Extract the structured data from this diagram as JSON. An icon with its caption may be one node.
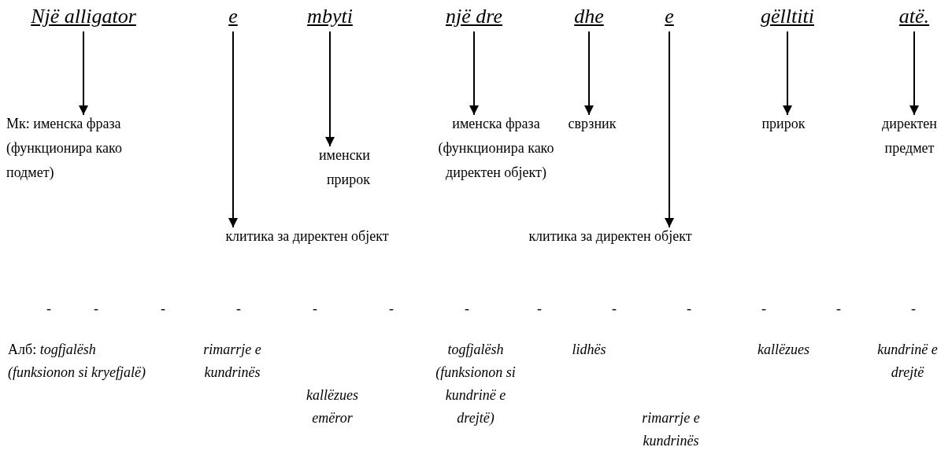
{
  "diagram": {
    "nodes": [
      {
        "text": [
          "Një alligator"
        ]
      },
      {
        "text": [
          "e"
        ]
      },
      {
        "text": [
          "mbyti"
        ]
      },
      {
        "text": [
          "një dre"
        ]
      },
      {
        "text": [
          "dhe"
        ]
      },
      {
        "text": [
          "e"
        ]
      },
      {
        "text": [
          "gëlltiti"
        ]
      },
      {
        "text": [
          "atë."
        ]
      },
      {
        "text": [
          "Мк: именска фраза (функционира како подмет)"
        ]
      },
      {
        "text": [
          "клитика за директен објект"
        ]
      },
      {
        "text": [
          "именски прирок"
        ]
      },
      {
        "text": [
          "именска фраза (функционира како директен објект)"
        ]
      },
      {
        "text": [
          "сврзник"
        ]
      },
      {
        "text": [
          "клитика за директен објект"
        ]
      },
      {
        "text": [
          "прирок"
        ]
      },
      {
        "text": [
          "директен предмет"
        ]
      }
    ],
    "edges": [
      {
        "from": 0,
        "to": 8,
        "arrow": "to"
      },
      {
        "from": 1,
        "to": 9,
        "arrow": "to"
      },
      {
        "from": 2,
        "to": 10,
        "arrow": "to"
      },
      {
        "from": 3,
        "to": 11,
        "arrow": "to"
      },
      {
        "from": 4,
        "to": 12,
        "arrow": "to"
      },
      {
        "from": 5,
        "to": 13,
        "arrow": "to"
      },
      {
        "from": 6,
        "to": 14,
        "arrow": "to"
      },
      {
        "from": 7,
        "to": 15,
        "arrow": "to"
      }
    ],
    "labels": [
      "-",
      "-",
      "-",
      "-",
      "-",
      "-",
      "-",
      "-",
      "-",
      "-",
      "-",
      "-",
      "-",
      "Алб: *togfjalësh (funksionon si kryefjalë)*",
      "rimarrje e kundrinës",
      "kallëzues emëror",
      "togfjalësh (funksionon si kundrinë e drejtë)",
      "lidhës",
      "rimarrje e kundrinës",
      "kallëzues",
      "kundrinë e drejtë"
    ]
  }
}
